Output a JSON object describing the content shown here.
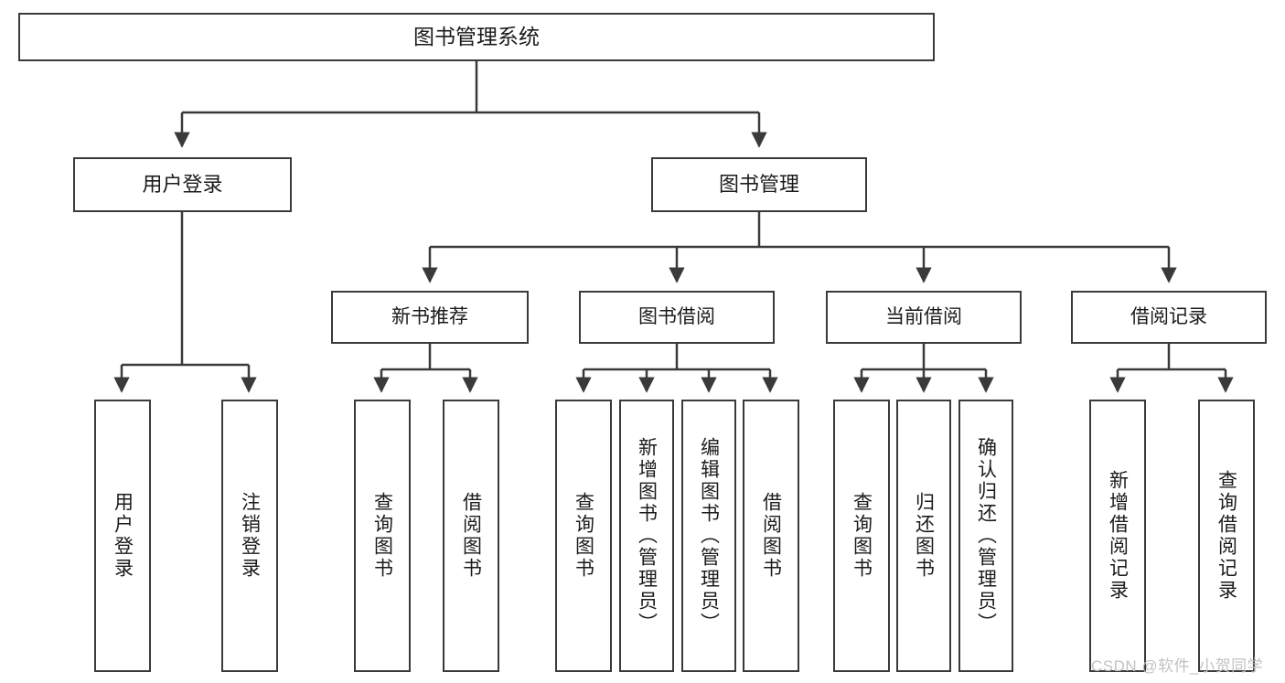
{
  "diagram": {
    "title": "图书管理系统",
    "type": "tree-hierarchy",
    "watermark": "CSDN @软件_小贺同学",
    "colors": {
      "stroke": "#3a3a3a",
      "fill": "#ffffff",
      "text": "#1b1b1b",
      "watermark": "#c2c2c2"
    },
    "root": {
      "label": "图书管理系统"
    },
    "level1": [
      {
        "label": "用户登录"
      },
      {
        "label": "图书管理"
      }
    ],
    "level2": [
      {
        "label": "新书推荐"
      },
      {
        "label": "图书借阅"
      },
      {
        "label": "当前借阅"
      },
      {
        "label": "借阅记录"
      }
    ],
    "leaves": {
      "user_login": [
        {
          "label": "用户登录"
        },
        {
          "label": "注销登录"
        }
      ],
      "new_book_recommend": [
        {
          "label": "查询图书"
        },
        {
          "label": "借阅图书"
        }
      ],
      "book_borrow": [
        {
          "label": "查询图书"
        },
        {
          "label": "新增图书（管理员）"
        },
        {
          "label": "编辑图书（管理员）"
        },
        {
          "label": "借阅图书"
        }
      ],
      "current_borrow": [
        {
          "label": "查询图书"
        },
        {
          "label": "归还图书"
        },
        {
          "label": "确认归还（管理员）"
        }
      ],
      "borrow_record": [
        {
          "label": "新增借阅记录"
        },
        {
          "label": "查询借阅记录"
        }
      ]
    }
  }
}
